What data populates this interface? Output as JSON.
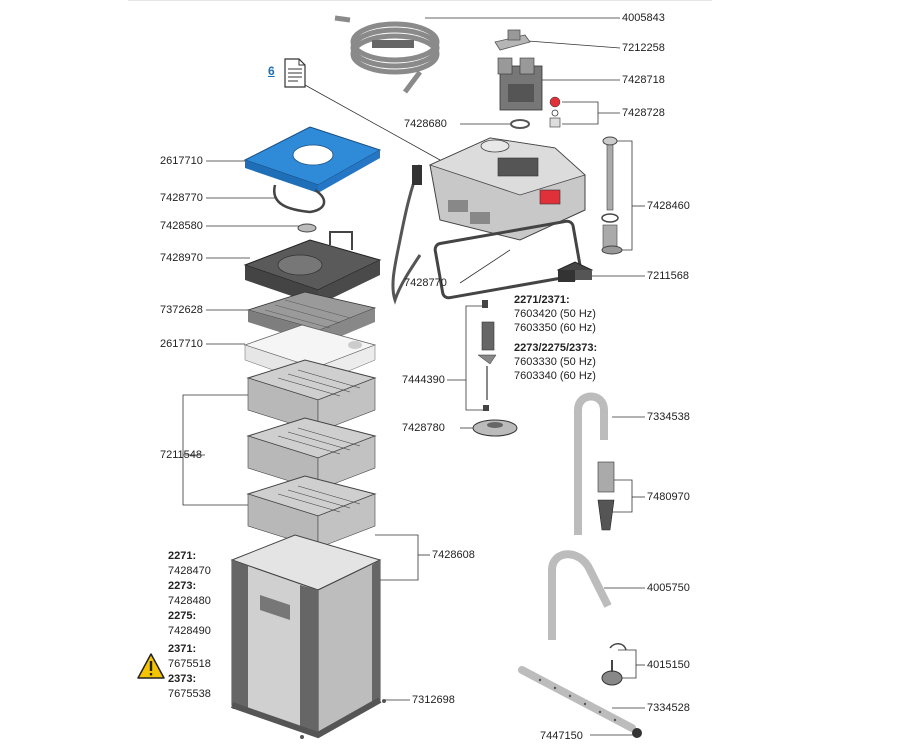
{
  "reference": {
    "number": "6",
    "icon": "document-icon"
  },
  "parts": {
    "hose": "4005843",
    "adapter_clip": "7212258",
    "valve_block": "7428718",
    "o_rings_small": "7428728",
    "o_ring_top": "7428680",
    "telescopic_intake": "7428460",
    "pump_head_seal": "7428770",
    "impeller_cover": "7211568",
    "filter_pad_blue": "2617710",
    "seal_lid": "7428770",
    "knob": "7428580",
    "lid_tray": "7428970",
    "top_basket": "7372628",
    "fleece_pad": "2617710",
    "filter_baskets": "7211548",
    "impeller_shaft": "7444390",
    "impeller_bottom": "7428780",
    "outflow_pipe": "7334538",
    "intake_strainer": "7480970",
    "intake_pipe": "4005750",
    "suction_cups": "4015150",
    "spray_bar": "7334528",
    "end_cap": "7447150",
    "canister_handles": "7428608",
    "feet": "7312698"
  },
  "impeller_models": {
    "group1_title": "2271/2371:",
    "group1_line1": "7603420 (50 Hz)",
    "group1_line2": "7603350 (60 Hz)",
    "group2_title": "2273/2275/2373:",
    "group2_line1": "7603330 (50 Hz)",
    "group2_line2": "7603340 (60 Hz)"
  },
  "canister_models": {
    "m1": "2271:",
    "p1": "7428470",
    "m2": "2273:",
    "p2": "7428480",
    "m3": "2275:",
    "p3": "7428490",
    "m4": "2371:",
    "p4": "7675518",
    "m5": "2373:",
    "p5": "7675538"
  },
  "warning_icon": "warning-icon",
  "colors": {
    "accent_blue": "#2f8ad8",
    "link_blue": "#1e6fb5",
    "plastic_gray": "#c8c8c8",
    "dark_gray": "#6e6e6e",
    "red": "#e0303a"
  }
}
